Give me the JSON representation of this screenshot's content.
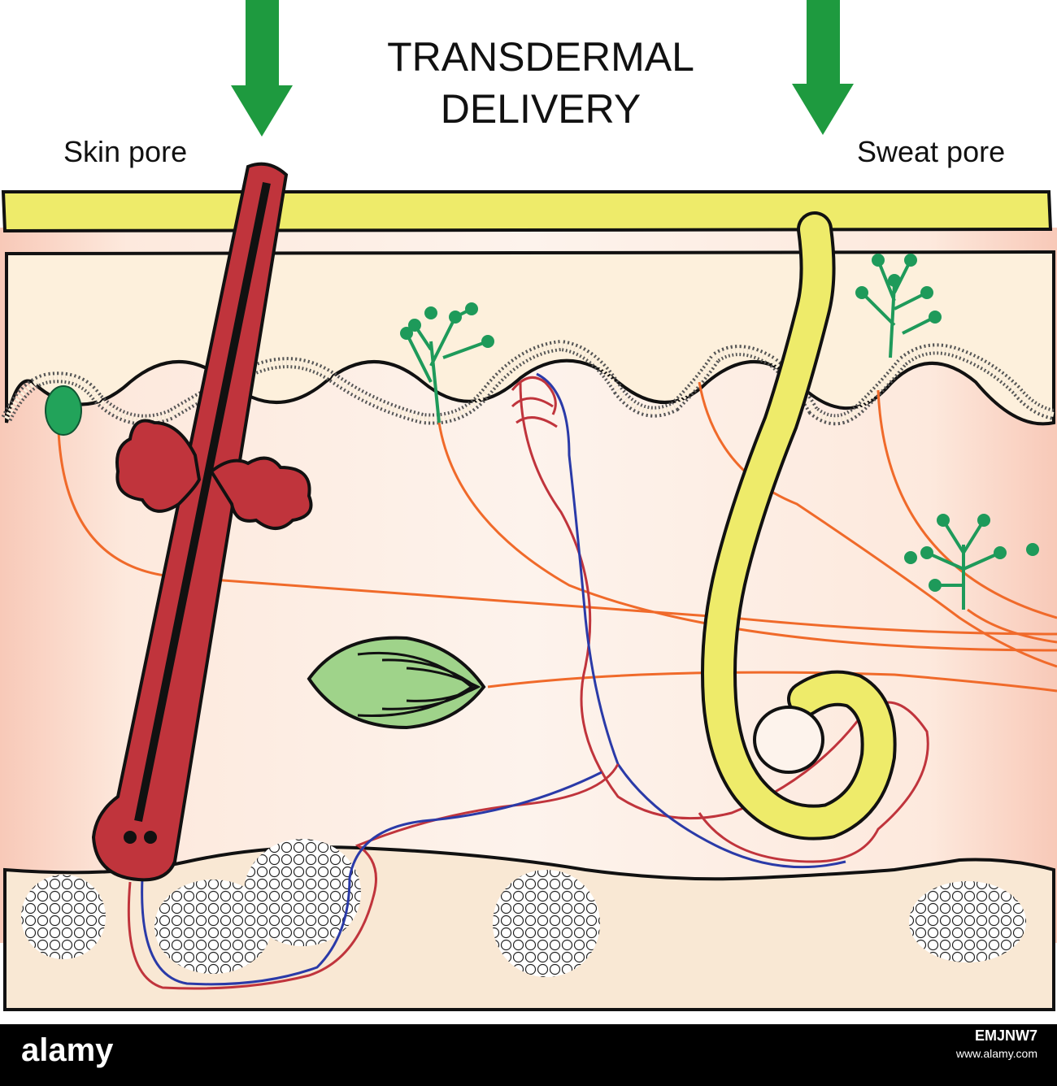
{
  "title": {
    "line1": "TRANSDERMAL",
    "line2": "DELIVERY"
  },
  "labels": {
    "skin_pore": "Skin pore",
    "sweat_pore": "Sweat pore"
  },
  "footer": {
    "brand": "alamy",
    "image_id": "EMJNW7",
    "url": "www.alamy.com"
  },
  "colors": {
    "arrow": "#1e9a3f",
    "epidermis": "#eeeb6a",
    "hair": "#c0343c",
    "sweat_gland": "#eeeb6a",
    "nerve": "#f06a2a",
    "artery": "#c0343c",
    "vein": "#2a3aa8",
    "receptor": "#1e9a5a",
    "dermis": "#fdf2e2",
    "subcutis": "#f9e8d4"
  }
}
